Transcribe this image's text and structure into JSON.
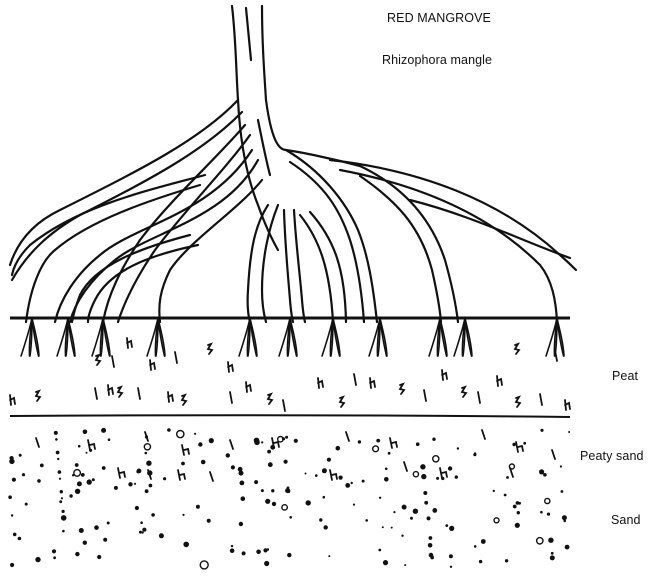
{
  "title": "RED MANGROVE",
  "species": "Rhizophora mangle",
  "layers": {
    "peat": "Peat",
    "peaty_sand": "Peaty sand",
    "sand": "Sand"
  },
  "colors": {
    "ink": "#111111",
    "background": "#ffffff"
  }
}
